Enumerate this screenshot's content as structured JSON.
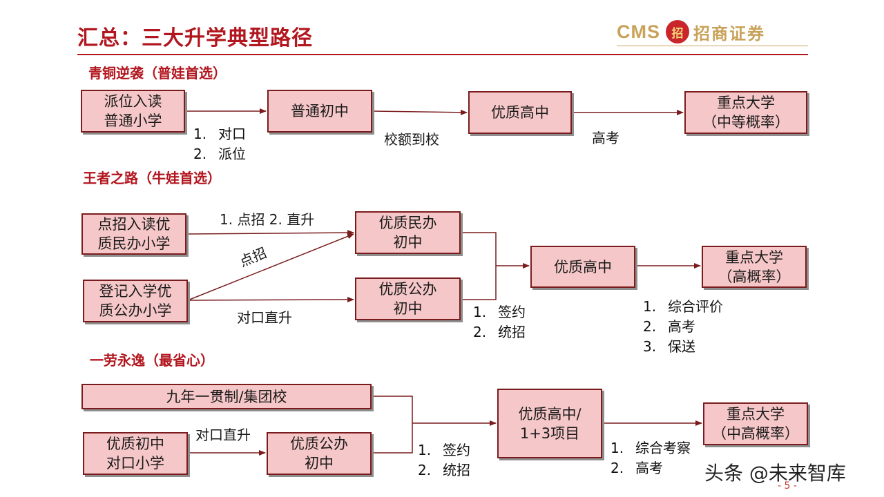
{
  "title": "汇总：三大升学典型路径",
  "logo": {
    "cms": "CMS",
    "badge": "招",
    "cn": "招商证券"
  },
  "sections": {
    "s1": "青铜逆袭（普娃首选）",
    "s2": "王者之路（牛娃首选）",
    "s3": "一劳永逸（最省心）"
  },
  "boxes": {
    "b1_1": "派位入读\n普通小学",
    "b1_2": "普通初中",
    "b1_3": "优质高中",
    "b1_4": "重点大学\n（中等概率）",
    "b2_1": "点招入读优\n质民办小学",
    "b2_2": "登记入学优\n质公办小学",
    "b2_3": "优质民办\n初中",
    "b2_4": "优质公办\n初中",
    "b2_5": "优质高中",
    "b2_6": "重点大学\n（高概率）",
    "b3_1": "九年一贯制/集团校",
    "b3_2": "优质初中\n对口小学",
    "b3_3": "优质公办\n初中",
    "b3_4": "优质高中/\n1+3项目",
    "b3_5": "重点大学\n（中高概率）"
  },
  "labels": {
    "l1_list": [
      {
        "n": "1.",
        "t": "对口"
      },
      {
        "n": "2.",
        "t": "派位"
      }
    ],
    "l1_mid": "校额到校",
    "l1_right": "高考",
    "l2_top": "1. 点招 2. 直升",
    "l2_diag": "点招",
    "l2_bottom": "对口直升",
    "l2_mid_list": [
      {
        "n": "1.",
        "t": "签约"
      },
      {
        "n": "2.",
        "t": "统招"
      }
    ],
    "l2_right_list": [
      {
        "n": "1.",
        "t": "综合评价"
      },
      {
        "n": "2.",
        "t": "高考"
      },
      {
        "n": "3.",
        "t": "保送"
      }
    ],
    "l3_direct": "对口直升",
    "l3_mid_list": [
      {
        "n": "1.",
        "t": "签约"
      },
      {
        "n": "2.",
        "t": "统招"
      }
    ],
    "l3_right_list": [
      {
        "n": "1.",
        "t": "综合考察"
      },
      {
        "n": "2.",
        "t": "高考"
      }
    ]
  },
  "watermark": "头条 @未来智库",
  "page_number": "- 5 -",
  "colors": {
    "accent": "#b2161e",
    "box_fill": "#f6c7c8",
    "box_border": "#7a1c1e",
    "logo_gold": "#c9a25a"
  }
}
